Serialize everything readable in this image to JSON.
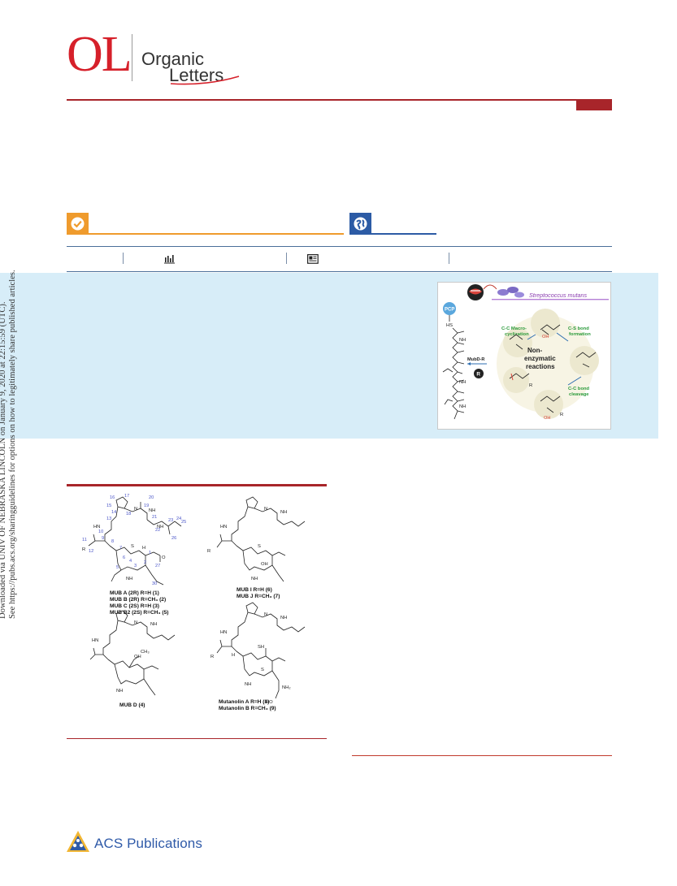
{
  "journal": {
    "logo_mark": "OL",
    "logo_word_1": "Organic",
    "logo_word_2": "Letters",
    "brand_color": "#d6202a",
    "rule_color": "#a8252a"
  },
  "badges": {
    "access_icon": "check-circle-icon",
    "access_color": "#ef9b2d",
    "open_icon": "globe-icon",
    "open_color": "#2c5ba5"
  },
  "metrics": {
    "metrics_icon": "bar-chart-icon",
    "article_icon": "article-icon"
  },
  "abstract": {
    "panel_color": "#d7edf8",
    "toc": {
      "organism": "Streptococcus mutans",
      "carrier": "PCP",
      "enzyme": "MubD-R",
      "r_badge": "R",
      "nh": "NH",
      "hs": "HS",
      "center_1": "Non-",
      "center_2": "enzymatic",
      "center_3": "reactions",
      "cc_macro_1": "C-C Macro-",
      "cc_macro_2": "cyclization",
      "cs_bond_1": "C-S bond",
      "cs_bond_2": "formation",
      "cc_bond_1": "C-C bond",
      "cc_bond_2": "cleavage",
      "oh": "OH",
      "r": "R"
    }
  },
  "side_banner": {
    "line_1": "Downloaded via UNIV OF NEBRASKA LINCOLN on January 9, 2020 at 22:15:59 (UTC).",
    "line_2": "See https://pubs.acs.org/sharingguidelines for options on how to legitimately share published articles."
  },
  "figure": {
    "labels": {
      "mub_a": "MUB A (2R) R=H (1)",
      "mub_b": "MUB B (2R) R=CH₃ (2)",
      "mub_c": "MUB C (2S) R=H (3)",
      "mub_b2": "MUB B2 (2S) R=CH₃ (5)",
      "mub_i": "MUB I R=H (6)",
      "mub_j": "MUB J R=CH₃ (7)",
      "mub_d": "MUB D (4)",
      "mutanolin_a": "Mutanolin A R=H (8)",
      "mutanolin_b": "Mutanolin B R=CH₃ (9)"
    },
    "atoms": {
      "nh": "NH",
      "hn": "HN",
      "n": "N",
      "o": "O",
      "s": "S",
      "h": "H",
      "r": "R",
      "oh": "OH",
      "sh": "SH",
      "nh2": "NH₂",
      "ho": "HO",
      "ch3": "CH₃"
    },
    "numbers": [
      "16",
      "17",
      "20",
      "15",
      "14",
      "18",
      "19",
      "13",
      "21",
      "23",
      "24",
      "25",
      "10",
      "22",
      "26",
      "11",
      "9",
      "12",
      "8",
      "7",
      "6",
      "1",
      "2",
      "27",
      "5",
      "4",
      "3",
      "30"
    ]
  },
  "publisher": {
    "name": "ACS Publications",
    "color": "#2f5aa8"
  }
}
